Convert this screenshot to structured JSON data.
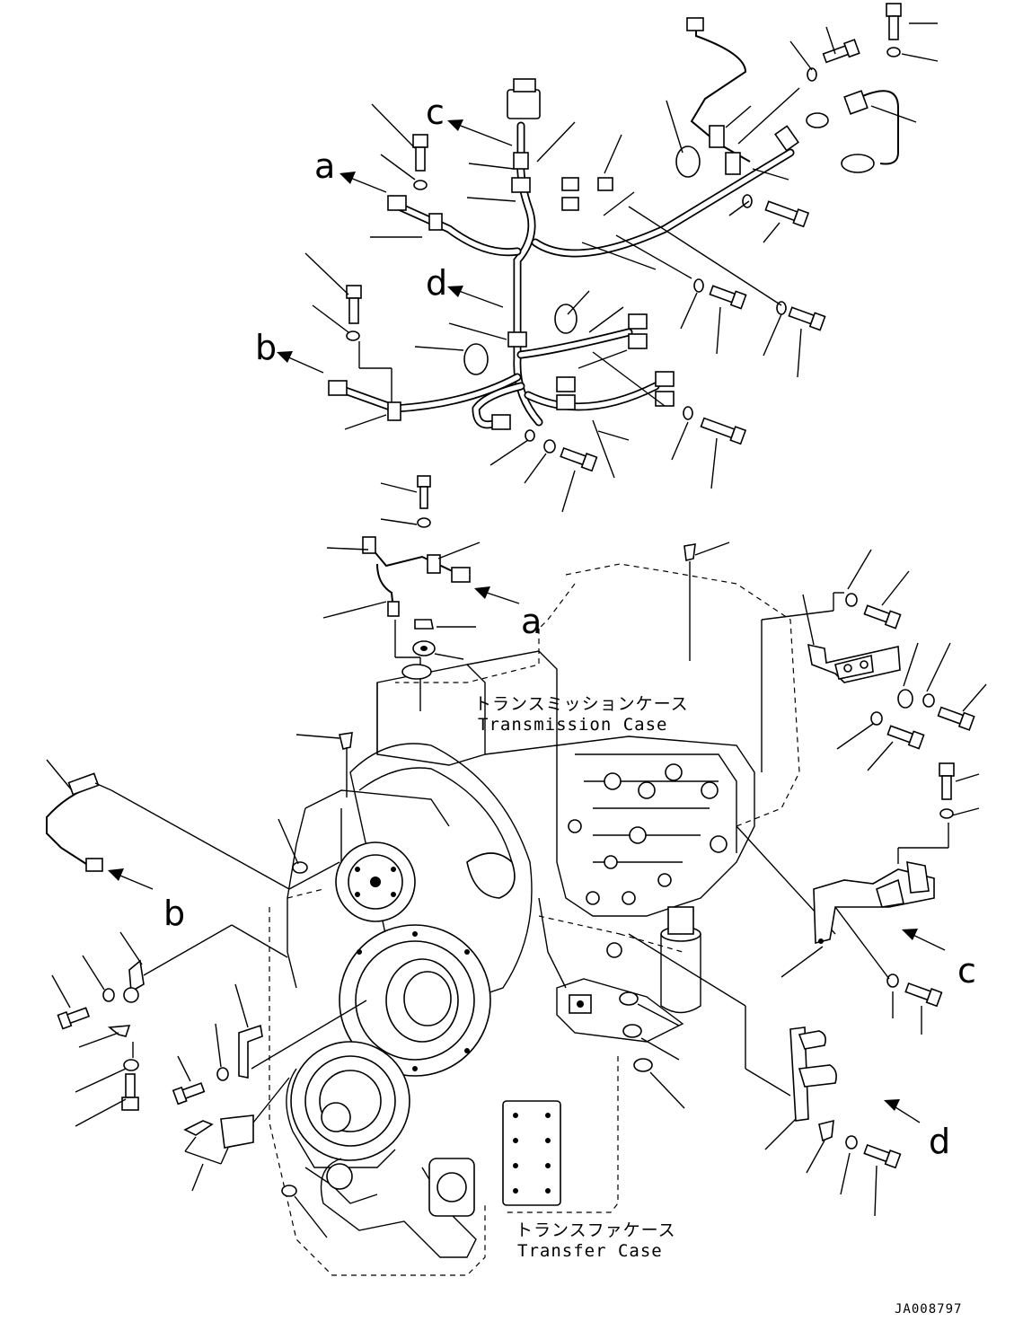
{
  "labels": {
    "a": "a",
    "b": "b",
    "c": "c",
    "d": "d"
  },
  "cases": {
    "transmission_jp": "トランスミッションケース",
    "transmission_en": "Transmission Case",
    "transfer_jp": "トランスファケース",
    "transfer_en": "Transfer Case"
  },
  "drawing_code": "JA008797"
}
